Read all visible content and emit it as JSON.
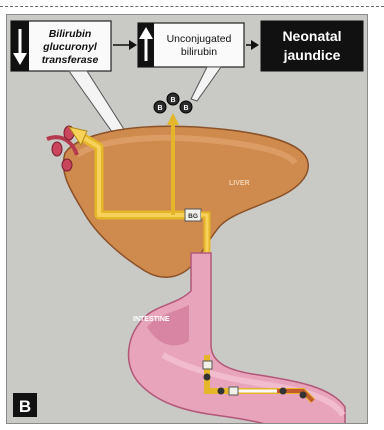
{
  "flow": {
    "step1": {
      "arrow": "down",
      "text": [
        "Bilirubin",
        "glucuronyl",
        "transferase"
      ]
    },
    "step2": {
      "arrow": "up",
      "text": [
        "Unconjugated",
        "bilirubin"
      ]
    },
    "step3": {
      "text": [
        "Neonatal",
        "jaundice"
      ]
    }
  },
  "labels": {
    "liver": "LIVER",
    "intestine": "INTESTINE",
    "panel": "B",
    "bilirubin_marker": "B",
    "bg_marker": "BG"
  },
  "colors": {
    "liver": "#d08a4c",
    "bile_duct": "#f2c12e",
    "intestine": "#e7a0b8",
    "frame_bg": "#c9c9c6"
  }
}
